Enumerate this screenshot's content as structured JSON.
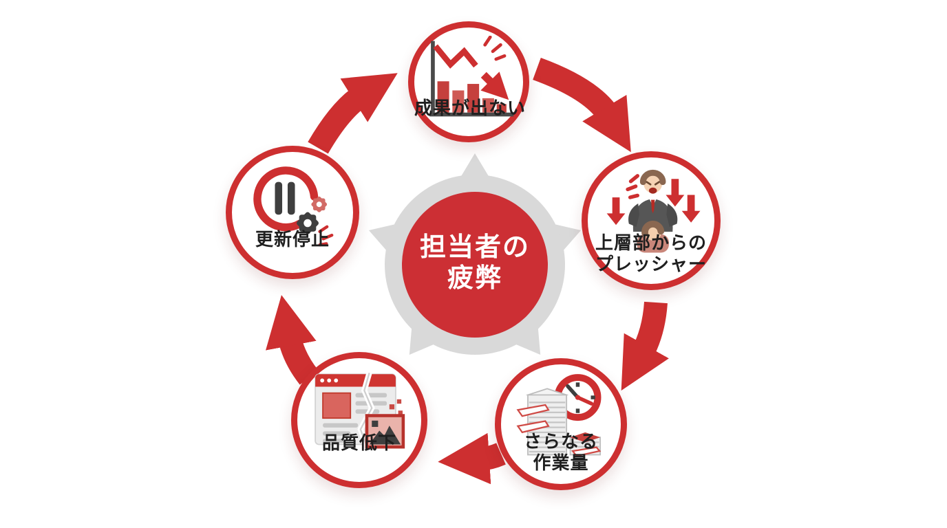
{
  "colors": {
    "accent_red": "#cd2f30",
    "center_circle_red": "#cc2f34",
    "burst_gray": "#d9d9d9",
    "label_text": "#1f1f1f",
    "node_background": "#ffffff"
  },
  "center": {
    "lines": [
      "担当者の",
      "疲弊"
    ]
  },
  "nodes": {
    "no_results": {
      "label": "成果が出ない",
      "icon": "declining-bar-chart-icon"
    },
    "pressure": {
      "lines": [
        "上層部からの",
        "プレッシャー"
      ],
      "icon": "angry-boss-pressure-icon"
    },
    "workload": {
      "lines": [
        "さらなる",
        "作業量"
      ],
      "icon": "paper-stack-clock-icon"
    },
    "quality": {
      "label": "品質低下",
      "icon": "broken-webpage-icon"
    },
    "stop": {
      "label": "更新停止",
      "icon": "pause-gears-icon"
    }
  }
}
